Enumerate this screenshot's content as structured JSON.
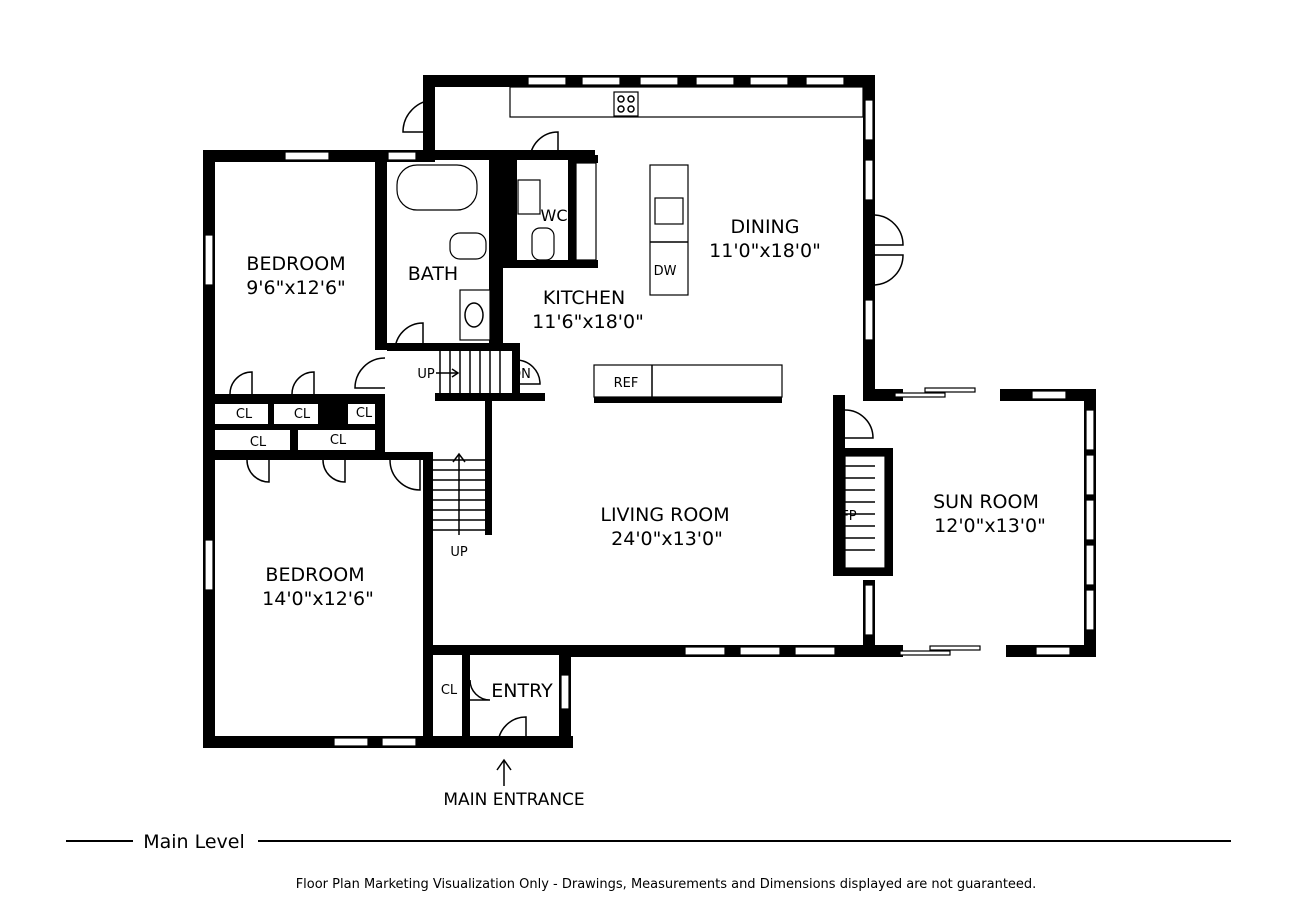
{
  "rooms": {
    "bedroom1": {
      "name": "BEDROOM",
      "dim": "9'6\"x12'6\""
    },
    "bath": {
      "name": "BATH"
    },
    "wc": {
      "name": "WC"
    },
    "kitchen": {
      "name": "KITCHEN",
      "dim": "11'6\"x18'0\""
    },
    "dining": {
      "name": "DINING",
      "dim": "11'0\"x18'0\""
    },
    "living": {
      "name": "LIVING ROOM",
      "dim": "24'0\"x13'0\""
    },
    "sunroom": {
      "name": "SUN ROOM",
      "dim": "12'0\"x13'0\""
    },
    "bedroom2": {
      "name": "BEDROOM",
      "dim": "14'0\"x12'6\""
    },
    "entry": {
      "name": "ENTRY"
    }
  },
  "fixtures": {
    "dw": "DW",
    "ref": "REF",
    "fp": "FP",
    "cl": "CL",
    "up": "UP",
    "dn": "DN"
  },
  "main_entrance": "MAIN ENTRANCE",
  "level": "Main Level",
  "disclaimer": "Floor Plan Marketing Visualization Only - Drawings, Measurements and Dimensions displayed are not guaranteed."
}
